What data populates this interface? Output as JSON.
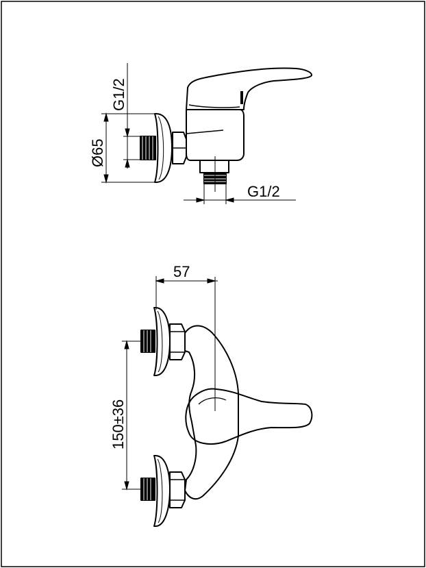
{
  "diagram": {
    "side_view": {
      "inlet_thread_label": "G1/2",
      "flange_diameter_label": "Ø65",
      "outlet_thread_label": "G1/2"
    },
    "front_view": {
      "depth_label": "57",
      "inlet_spacing_label": "150±36"
    },
    "line_color": "#000000",
    "background": "#ffffff"
  }
}
